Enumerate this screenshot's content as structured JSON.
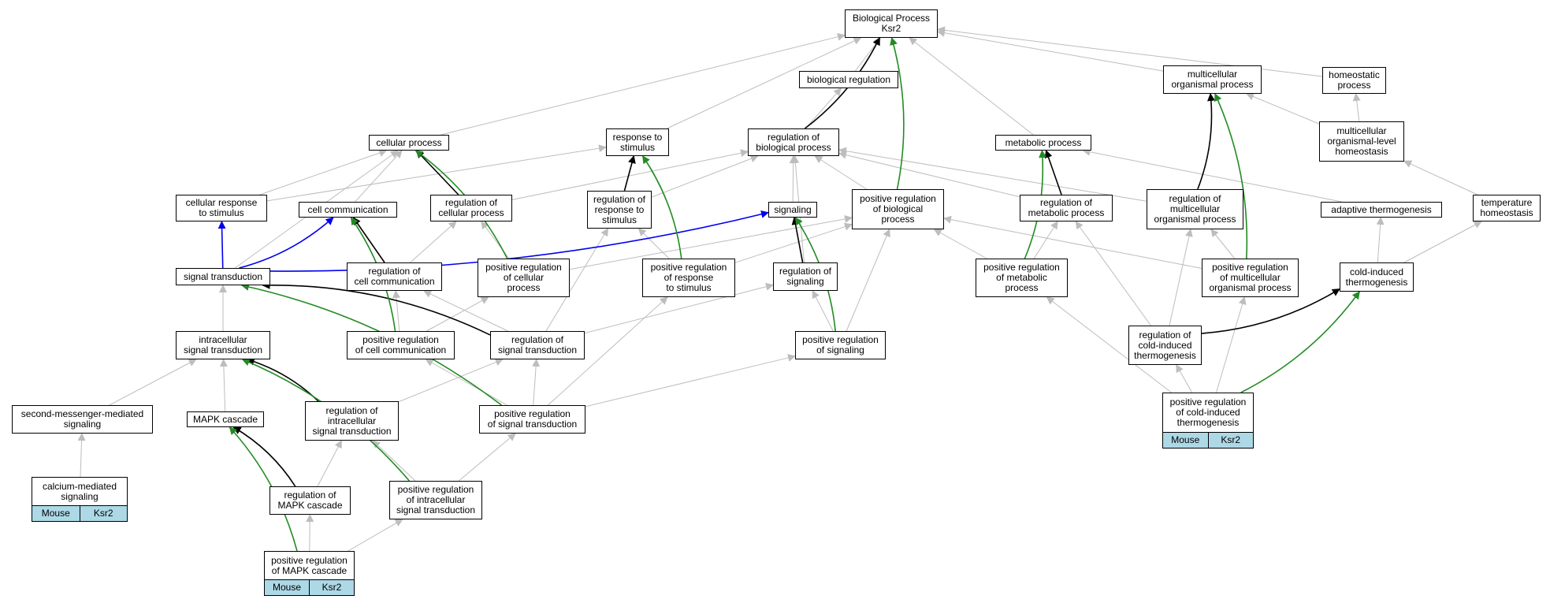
{
  "nodes": [
    {
      "id": "bp",
      "label": "Biological Process\nKsr2"
    },
    {
      "id": "biological_regulation",
      "label": "biological regulation"
    },
    {
      "id": "multicellular_organismal_process",
      "label": "multicellular\norganismal process"
    },
    {
      "id": "homeostatic_process",
      "label": "homeostatic\nprocess"
    },
    {
      "id": "cellular_process",
      "label": "cellular process"
    },
    {
      "id": "response_to_stimulus",
      "label": "response to\nstimulus"
    },
    {
      "id": "regulation_of_biological_process",
      "label": "regulation of\nbiological process"
    },
    {
      "id": "metabolic_process",
      "label": "metabolic process"
    },
    {
      "id": "multicellular_organismal_level_homeostasis",
      "label": "multicellular\norganismal-level\nhomeostasis"
    },
    {
      "id": "cellular_response_to_stimulus",
      "label": "cellular response\nto stimulus"
    },
    {
      "id": "cell_communication",
      "label": "cell communication"
    },
    {
      "id": "regulation_of_cellular_process",
      "label": "regulation of\ncellular process"
    },
    {
      "id": "regulation_of_response_to_stimulus",
      "label": "regulation of\nresponse to\nstimulus"
    },
    {
      "id": "signaling",
      "label": "signaling"
    },
    {
      "id": "positive_regulation_of_biological_process",
      "label": "positive regulation\nof biological\nprocess"
    },
    {
      "id": "regulation_of_metabolic_process",
      "label": "regulation of\nmetabolic process"
    },
    {
      "id": "regulation_of_multicellular_organismal_process",
      "label": "regulation of\nmulticellular\norganismal process"
    },
    {
      "id": "adaptive_thermogenesis",
      "label": "adaptive thermogenesis"
    },
    {
      "id": "temperature_homeostasis",
      "label": "temperature\nhomeostasis"
    },
    {
      "id": "signal_transduction",
      "label": "signal transduction"
    },
    {
      "id": "regulation_of_cell_communication",
      "label": "regulation of\ncell communication"
    },
    {
      "id": "positive_regulation_of_cellular_process",
      "label": "positive regulation\nof cellular\nprocess"
    },
    {
      "id": "positive_regulation_of_response_to_stimulus",
      "label": "positive regulation\nof response\nto stimulus"
    },
    {
      "id": "regulation_of_signaling",
      "label": "regulation of\nsignaling"
    },
    {
      "id": "positive_regulation_of_metabolic_process",
      "label": "positive regulation\nof metabolic\nprocess"
    },
    {
      "id": "positive_regulation_of_multicellular_organismal_process",
      "label": "positive regulation\nof multicellular\norganismal process"
    },
    {
      "id": "cold_induced_thermogenesis",
      "label": "cold-induced\nthermogenesis"
    },
    {
      "id": "intracellular_signal_transduction",
      "label": "intracellular\nsignal transduction"
    },
    {
      "id": "positive_regulation_of_cell_communication",
      "label": "positive regulation\nof cell communication"
    },
    {
      "id": "regulation_of_signal_transduction",
      "label": "regulation of\nsignal transduction"
    },
    {
      "id": "positive_regulation_of_signaling",
      "label": "positive regulation\nof signaling"
    },
    {
      "id": "regulation_of_cold_induced_thermogenesis",
      "label": "regulation of\ncold-induced\nthermogenesis"
    },
    {
      "id": "second_messenger_mediated_signaling",
      "label": "second-messenger-mediated\nsignaling"
    },
    {
      "id": "mapk_cascade",
      "label": "MAPK cascade"
    },
    {
      "id": "regulation_of_intracellular_signal_transduction",
      "label": "regulation of\nintracellular\nsignal transduction"
    },
    {
      "id": "positive_regulation_of_signal_transduction",
      "label": "positive regulation\nof signal transduction"
    },
    {
      "id": "positive_regulation_of_cold_induced_thermogenesis",
      "label": "positive regulation\nof cold-induced\nthermogenesis",
      "tags": [
        "Mouse",
        "Ksr2"
      ]
    },
    {
      "id": "calcium_mediated_signaling",
      "label": "calcium-mediated\nsignaling",
      "tags": [
        "Mouse",
        "Ksr2"
      ]
    },
    {
      "id": "regulation_of_mapk_cascade",
      "label": "regulation of\nMAPK cascade"
    },
    {
      "id": "positive_regulation_of_intracellular_signal_transduction",
      "label": "positive regulation\nof intracellular\nsignal transduction"
    },
    {
      "id": "positive_regulation_of_mapk_cascade",
      "label": "positive regulation\nof MAPK cascade",
      "tags": [
        "Mouse",
        "Ksr2"
      ]
    }
  ],
  "edges": [
    {
      "from": "biological_regulation",
      "to": "bp",
      "type": "is_a"
    },
    {
      "from": "multicellular_organismal_process",
      "to": "bp",
      "type": "is_a"
    },
    {
      "from": "homeostatic_process",
      "to": "bp",
      "type": "is_a"
    },
    {
      "from": "cellular_process",
      "to": "bp",
      "type": "is_a"
    },
    {
      "from": "response_to_stimulus",
      "to": "bp",
      "type": "is_a"
    },
    {
      "from": "regulation_of_biological_process",
      "to": "bp",
      "type": "regulates"
    },
    {
      "from": "regulation_of_biological_process",
      "to": "biological_regulation",
      "type": "is_a"
    },
    {
      "from": "metabolic_process",
      "to": "bp",
      "type": "is_a"
    },
    {
      "from": "positive_regulation_of_biological_process",
      "to": "bp",
      "type": "positively_regulates"
    },
    {
      "from": "multicellular_organismal_level_homeostasis",
      "to": "homeostatic_process",
      "type": "is_a"
    },
    {
      "from": "multicellular_organismal_level_homeostasis",
      "to": "multicellular_organismal_process",
      "type": "is_a"
    },
    {
      "from": "cellular_response_to_stimulus",
      "to": "cellular_process",
      "type": "is_a"
    },
    {
      "from": "cellular_response_to_stimulus",
      "to": "response_to_stimulus",
      "type": "is_a"
    },
    {
      "from": "cell_communication",
      "to": "cellular_process",
      "type": "is_a"
    },
    {
      "from": "regulation_of_cellular_process",
      "to": "cellular_process",
      "type": "regulates"
    },
    {
      "from": "regulation_of_cellular_process",
      "to": "regulation_of_biological_process",
      "type": "is_a"
    },
    {
      "from": "regulation_of_response_to_stimulus",
      "to": "response_to_stimulus",
      "type": "regulates"
    },
    {
      "from": "regulation_of_response_to_stimulus",
      "to": "regulation_of_biological_process",
      "type": "is_a"
    },
    {
      "from": "signaling",
      "to": "regulation_of_biological_process",
      "type": "is_a"
    },
    {
      "from": "positive_regulation_of_biological_process",
      "to": "regulation_of_biological_process",
      "type": "is_a"
    },
    {
      "from": "regulation_of_metabolic_process",
      "to": "metabolic_process",
      "type": "regulates"
    },
    {
      "from": "regulation_of_metabolic_process",
      "to": "regulation_of_biological_process",
      "type": "is_a"
    },
    {
      "from": "regulation_of_multicellular_organismal_process",
      "to": "multicellular_organismal_process",
      "type": "regulates"
    },
    {
      "from": "regulation_of_multicellular_organismal_process",
      "to": "regulation_of_biological_process",
      "type": "is_a"
    },
    {
      "from": "adaptive_thermogenesis",
      "to": "metabolic_process",
      "type": "is_a"
    },
    {
      "from": "temperature_homeostasis",
      "to": "multicellular_organismal_level_homeostasis",
      "type": "is_a"
    },
    {
      "from": "signal_transduction",
      "to": "cellular_response_to_stimulus",
      "type": "part_of"
    },
    {
      "from": "signal_transduction",
      "to": "cell_communication",
      "type": "part_of"
    },
    {
      "from": "signal_transduction",
      "to": "signaling",
      "type": "part_of"
    },
    {
      "from": "signal_transduction",
      "to": "cellular_process",
      "type": "is_a"
    },
    {
      "from": "regulation_of_cell_communication",
      "to": "cell_communication",
      "type": "regulates"
    },
    {
      "from": "regulation_of_cell_communication",
      "to": "regulation_of_cellular_process",
      "type": "is_a"
    },
    {
      "from": "positive_regulation_of_cellular_process",
      "to": "cellular_process",
      "type": "positively_regulates"
    },
    {
      "from": "positive_regulation_of_cellular_process",
      "to": "regulation_of_cellular_process",
      "type": "is_a"
    },
    {
      "from": "positive_regulation_of_cellular_process",
      "to": "positive_regulation_of_biological_process",
      "type": "is_a"
    },
    {
      "from": "positive_regulation_of_response_to_stimulus",
      "to": "response_to_stimulus",
      "type": "positively_regulates"
    },
    {
      "from": "positive_regulation_of_response_to_stimulus",
      "to": "regulation_of_response_to_stimulus",
      "type": "is_a"
    },
    {
      "from": "positive_regulation_of_response_to_stimulus",
      "to": "positive_regulation_of_biological_process",
      "type": "is_a"
    },
    {
      "from": "regulation_of_signaling",
      "to": "signaling",
      "type": "regulates"
    },
    {
      "from": "regulation_of_signaling",
      "to": "regulation_of_biological_process",
      "type": "is_a"
    },
    {
      "from": "positive_regulation_of_metabolic_process",
      "to": "metabolic_process",
      "type": "positively_regulates"
    },
    {
      "from": "positive_regulation_of_metabolic_process",
      "to": "regulation_of_metabolic_process",
      "type": "is_a"
    },
    {
      "from": "positive_regulation_of_metabolic_process",
      "to": "positive_regulation_of_biological_process",
      "type": "is_a"
    },
    {
      "from": "positive_regulation_of_multicellular_organismal_process",
      "to": "multicellular_organismal_process",
      "type": "positively_regulates"
    },
    {
      "from": "positive_regulation_of_multicellular_organismal_process",
      "to": "regulation_of_multicellular_organismal_process",
      "type": "is_a"
    },
    {
      "from": "positive_regulation_of_multicellular_organismal_process",
      "to": "positive_regulation_of_biological_process",
      "type": "is_a"
    },
    {
      "from": "cold_induced_thermogenesis",
      "to": "adaptive_thermogenesis",
      "type": "is_a"
    },
    {
      "from": "cold_induced_thermogenesis",
      "to": "temperature_homeostasis",
      "type": "is_a"
    },
    {
      "from": "intracellular_signal_transduction",
      "to": "signal_transduction",
      "type": "is_a"
    },
    {
      "from": "positive_regulation_of_cell_communication",
      "to": "cell_communication",
      "type": "positively_regulates"
    },
    {
      "from": "positive_regulation_of_cell_communication",
      "to": "regulation_of_cell_communication",
      "type": "is_a"
    },
    {
      "from": "positive_regulation_of_cell_communication",
      "to": "positive_regulation_of_cellular_process",
      "type": "is_a"
    },
    {
      "from": "regulation_of_signal_transduction",
      "to": "signal_transduction",
      "type": "regulates"
    },
    {
      "from": "regulation_of_signal_transduction",
      "to": "regulation_of_cell_communication",
      "type": "is_a"
    },
    {
      "from": "regulation_of_signal_transduction",
      "to": "regulation_of_response_to_stimulus",
      "type": "is_a"
    },
    {
      "from": "regulation_of_signal_transduction",
      "to": "regulation_of_signaling",
      "type": "is_a"
    },
    {
      "from": "positive_regulation_of_signaling",
      "to": "signaling",
      "type": "positively_regulates"
    },
    {
      "from": "positive_regulation_of_signaling",
      "to": "regulation_of_signaling",
      "type": "is_a"
    },
    {
      "from": "positive_regulation_of_signaling",
      "to": "positive_regulation_of_biological_process",
      "type": "is_a"
    },
    {
      "from": "regulation_of_cold_induced_thermogenesis",
      "to": "cold_induced_thermogenesis",
      "type": "regulates"
    },
    {
      "from": "regulation_of_cold_induced_thermogenesis",
      "to": "regulation_of_metabolic_process",
      "type": "is_a"
    },
    {
      "from": "regulation_of_cold_induced_thermogenesis",
      "to": "regulation_of_multicellular_organismal_process",
      "type": "is_a"
    },
    {
      "from": "second_messenger_mediated_signaling",
      "to": "intracellular_signal_transduction",
      "type": "is_a"
    },
    {
      "from": "mapk_cascade",
      "to": "intracellular_signal_transduction",
      "type": "is_a"
    },
    {
      "from": "regulation_of_intracellular_signal_transduction",
      "to": "intracellular_signal_transduction",
      "type": "regulates"
    },
    {
      "from": "regulation_of_intracellular_signal_transduction",
      "to": "regulation_of_signal_transduction",
      "type": "is_a"
    },
    {
      "from": "positive_regulation_of_signal_transduction",
      "to": "signal_transduction",
      "type": "positively_regulates"
    },
    {
      "from": "positive_regulation_of_signal_transduction",
      "to": "regulation_of_signal_transduction",
      "type": "is_a"
    },
    {
      "from": "positive_regulation_of_signal_transduction",
      "to": "positive_regulation_of_cell_communication",
      "type": "is_a"
    },
    {
      "from": "positive_regulation_of_signal_transduction",
      "to": "positive_regulation_of_response_to_stimulus",
      "type": "is_a"
    },
    {
      "from": "positive_regulation_of_signal_transduction",
      "to": "positive_regulation_of_signaling",
      "type": "is_a"
    },
    {
      "from": "positive_regulation_of_cold_induced_thermogenesis",
      "to": "cold_induced_thermogenesis",
      "type": "positively_regulates"
    },
    {
      "from": "positive_regulation_of_cold_induced_thermogenesis",
      "to": "regulation_of_cold_induced_thermogenesis",
      "type": "is_a"
    },
    {
      "from": "positive_regulation_of_cold_induced_thermogenesis",
      "to": "positive_regulation_of_metabolic_process",
      "type": "is_a"
    },
    {
      "from": "positive_regulation_of_cold_induced_thermogenesis",
      "to": "positive_regulation_of_multicellular_organismal_process",
      "type": "is_a"
    },
    {
      "from": "calcium_mediated_signaling",
      "to": "second_messenger_mediated_signaling",
      "type": "is_a"
    },
    {
      "from": "regulation_of_mapk_cascade",
      "to": "mapk_cascade",
      "type": "regulates"
    },
    {
      "from": "regulation_of_mapk_cascade",
      "to": "regulation_of_intracellular_signal_transduction",
      "type": "is_a"
    },
    {
      "from": "positive_regulation_of_intracellular_signal_transduction",
      "to": "intracellular_signal_transduction",
      "type": "positively_regulates"
    },
    {
      "from": "positive_regulation_of_intracellular_signal_transduction",
      "to": "regulation_of_intracellular_signal_transduction",
      "type": "is_a"
    },
    {
      "from": "positive_regulation_of_intracellular_signal_transduction",
      "to": "positive_regulation_of_signal_transduction",
      "type": "is_a"
    },
    {
      "from": "positive_regulation_of_mapk_cascade",
      "to": "mapk_cascade",
      "type": "positively_regulates"
    },
    {
      "from": "positive_regulation_of_mapk_cascade",
      "to": "regulation_of_mapk_cascade",
      "type": "is_a"
    },
    {
      "from": "positive_regulation_of_mapk_cascade",
      "to": "positive_regulation_of_intracellular_signal_transduction",
      "type": "is_a"
    }
  ],
  "edge_colors": {
    "is_a": "#bdbdbd",
    "regulates": "#000000",
    "positively_regulates": "#228b22",
    "part_of": "#0000ee"
  },
  "tag_color": "#add8e6"
}
